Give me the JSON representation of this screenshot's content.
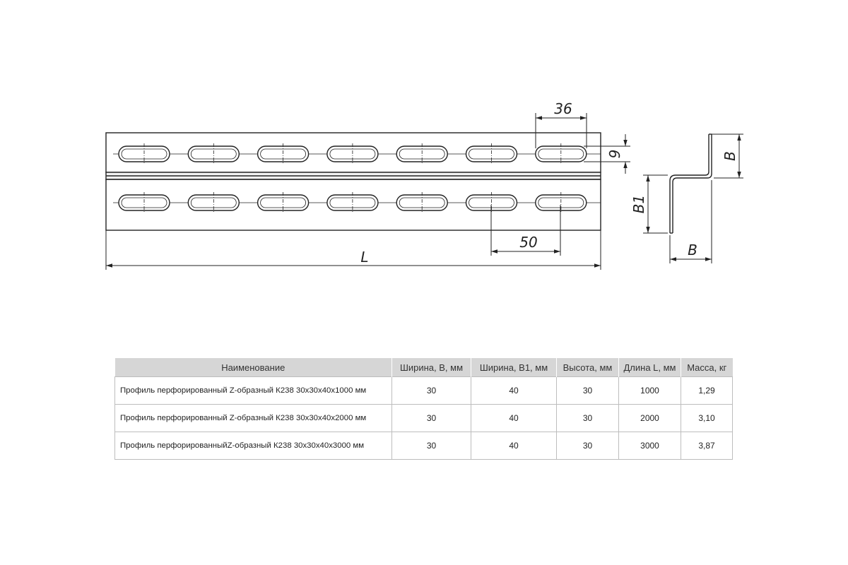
{
  "drawing": {
    "dim_top_pitch": "36",
    "dim_slot_height": "9",
    "dim_bottom_pitch": "50",
    "dim_length": "L",
    "dim_b_top": "B",
    "dim_b1": "B1",
    "dim_b_bottom": "B"
  },
  "table": {
    "headers": [
      "Наименование",
      "Ширина, В, мм",
      "Ширина, В1, мм",
      "Высота, мм",
      "Длина L, мм",
      "Масса, кг"
    ],
    "rows": [
      [
        "Профиль перфорированный Z-образный К238 30х30х40х1000 мм",
        "30",
        "40",
        "30",
        "1000",
        "1,29"
      ],
      [
        "Профиль перфорированный Z-образный К238 30х30х40х2000 мм",
        "30",
        "40",
        "30",
        "2000",
        "3,10"
      ],
      [
        "Профиль перфорированныйZ-образный К238 30х30х40х3000 мм",
        "30",
        "40",
        "30",
        "3000",
        "3,87"
      ]
    ]
  }
}
